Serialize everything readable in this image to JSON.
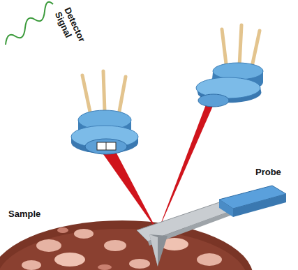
{
  "diagram": {
    "labels": [
      "Detector Signal",
      "Probe",
      "Sample"
    ]
  }
}
